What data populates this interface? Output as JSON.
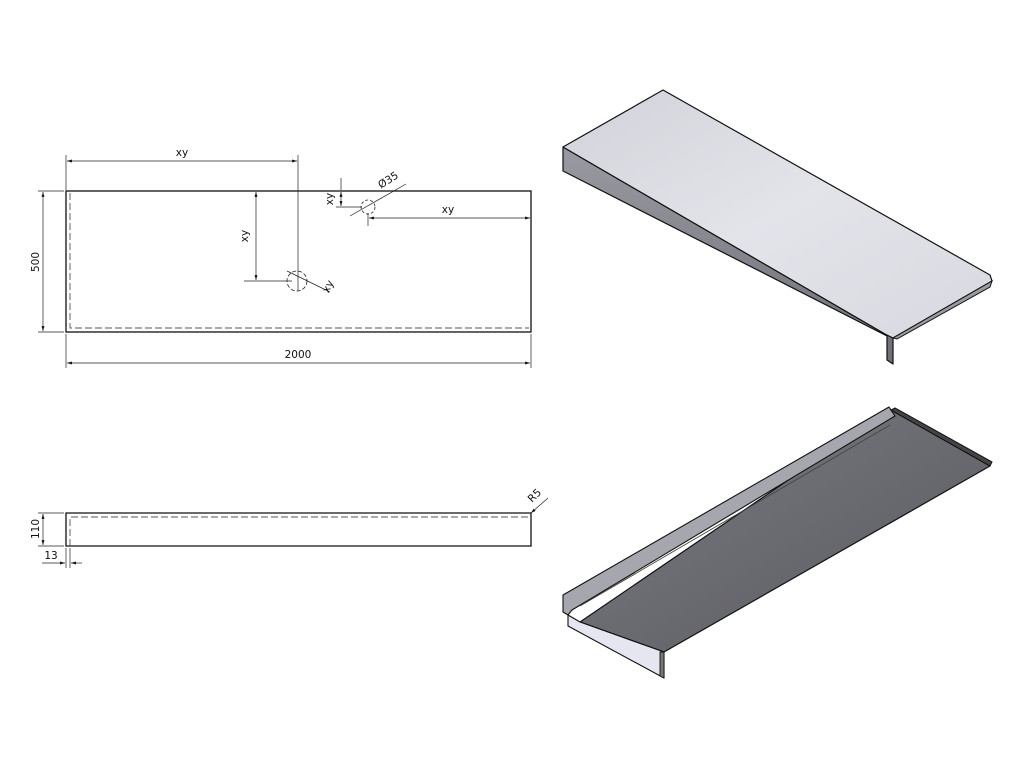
{
  "drawing": {
    "top_view": {
      "overall_length_label": "2000",
      "width_label": "500",
      "hole1_x_label": "xy",
      "hole1_y_label": "xy",
      "hole1_diameter_label": "xy",
      "hole2_y_label": "xy",
      "hole2_x_label": "xy",
      "hole2_diameter_label": "Ø35"
    },
    "front_view": {
      "height_label": "110",
      "thickness_label": "13",
      "radius_label": "R5"
    }
  },
  "colors": {
    "line": "#111111",
    "panel_light": "#dcdce4",
    "panel_mid": "#8a8a92",
    "panel_dark": "#5e5e64"
  }
}
